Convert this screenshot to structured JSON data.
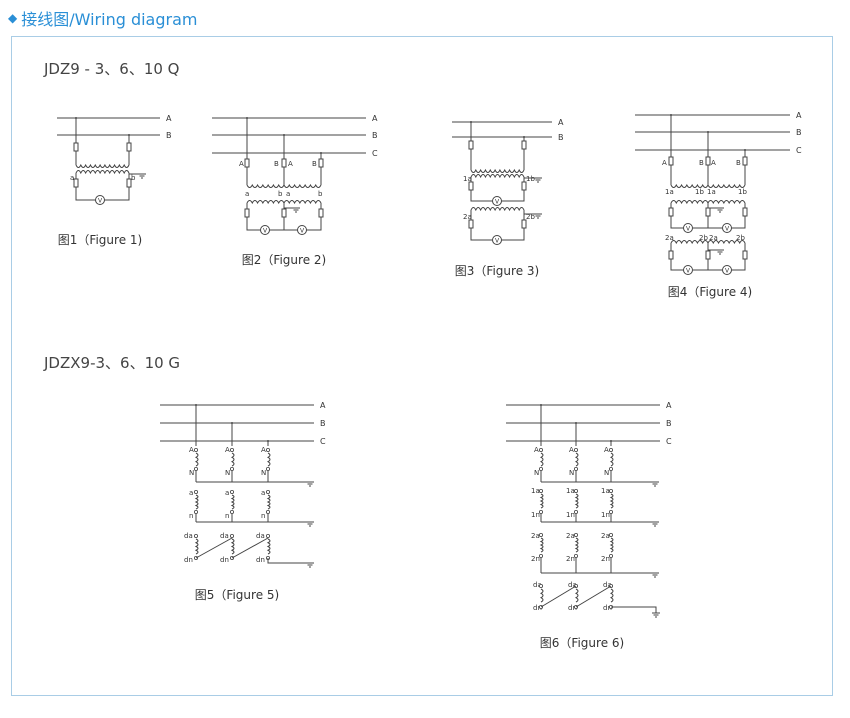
{
  "header": {
    "title": "接线图/Wiring diagram"
  },
  "sections": [
    {
      "title": "JDZ9 - 3、6、10 Q"
    },
    {
      "title": "JDZX9-3、6、10 G"
    }
  ],
  "figures": [
    {
      "caption": "图1（Figure 1)"
    },
    {
      "caption": "图2（Figure 2)"
    },
    {
      "caption": "图3（Figure 3)"
    },
    {
      "caption": "图4（Figure 4)"
    },
    {
      "caption": "图5（Figure 5)"
    },
    {
      "caption": "图6（Figure 6)"
    }
  ],
  "phases": [
    "A",
    "B",
    "C"
  ],
  "terminals": {
    "a": "a",
    "b": "b",
    "a1": "1a",
    "b1": "1b",
    "a2": "2a",
    "b2": "2b",
    "A": "A",
    "B": "B",
    "N": "N",
    "n": "n",
    "da": "da",
    "dn": "dn",
    "n1": "1n",
    "n2": "2n",
    "voltmeter": "V"
  }
}
